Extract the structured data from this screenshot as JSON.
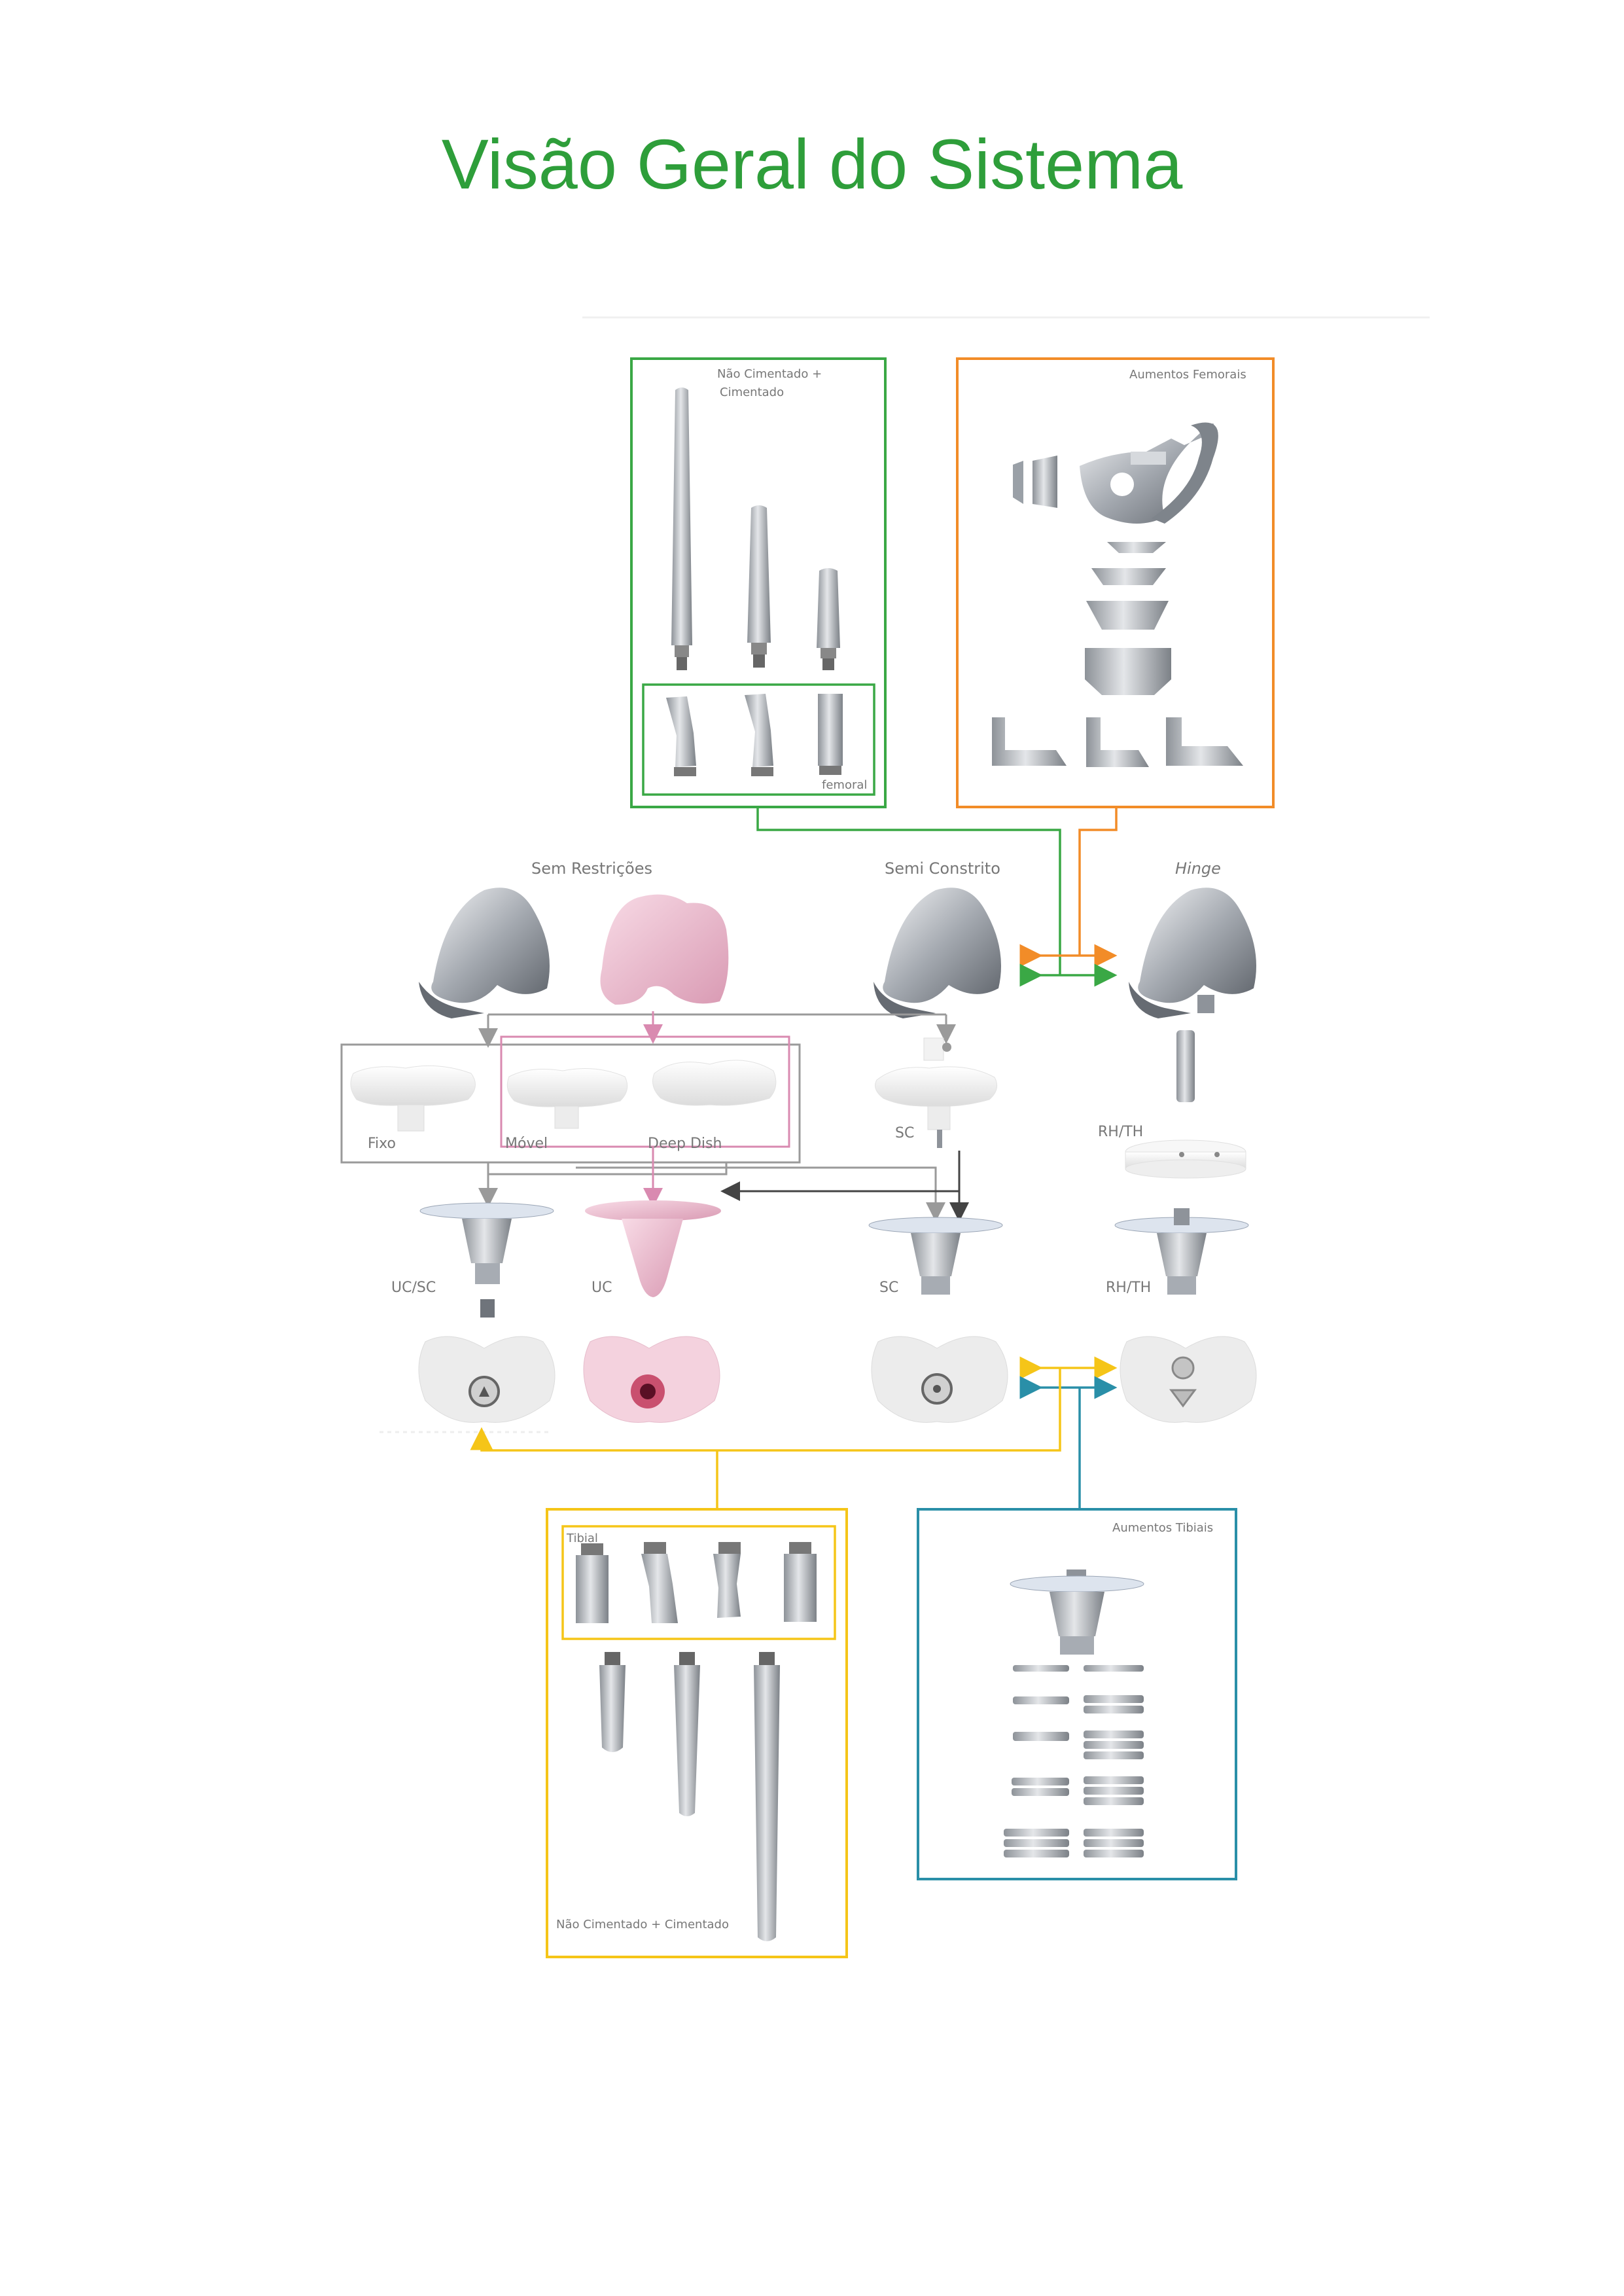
{
  "page": {
    "title": "Visão Geral do Sistema"
  },
  "colors": {
    "green": "#3aa845",
    "orange": "#f28c28",
    "yellow": "#f5c518",
    "teal": "#2a8fa8",
    "pink": "#d98ab0",
    "gray": "#9a9a9a",
    "dark": "#444444",
    "metal": "#b8bcc2",
    "poly": "#f4f4f4",
    "rose": "#f0c4d4"
  },
  "boxes": {
    "femoral_stems": {
      "label": "Não Cimentado + Cimentado",
      "label_line1": "Não Cimentado +",
      "label_line2": "Cimentado",
      "offset_label": "femoral"
    },
    "femoral_augments": {
      "label": "Aumentos Femorais"
    },
    "tibial_stems": {
      "label": "Não Cimentado + Cimentado",
      "offset_label": "Tibial"
    },
    "tibial_augments": {
      "label": "Aumentos Tibiais"
    }
  },
  "columns": {
    "unconstrained": "Sem Restrições",
    "semi_constrained": "Semi Constrito",
    "hinge": "Hinge"
  },
  "inserts": {
    "fixed": "Fixo",
    "mobile": "Móvel",
    "deep_dish": "Deep Dish",
    "sc": "SC",
    "rh_th": "RH/TH"
  },
  "tibial_trays": {
    "uc_sc": "UC/SC",
    "uc": "UC",
    "sc": "SC",
    "rh_th": "RH/TH"
  }
}
